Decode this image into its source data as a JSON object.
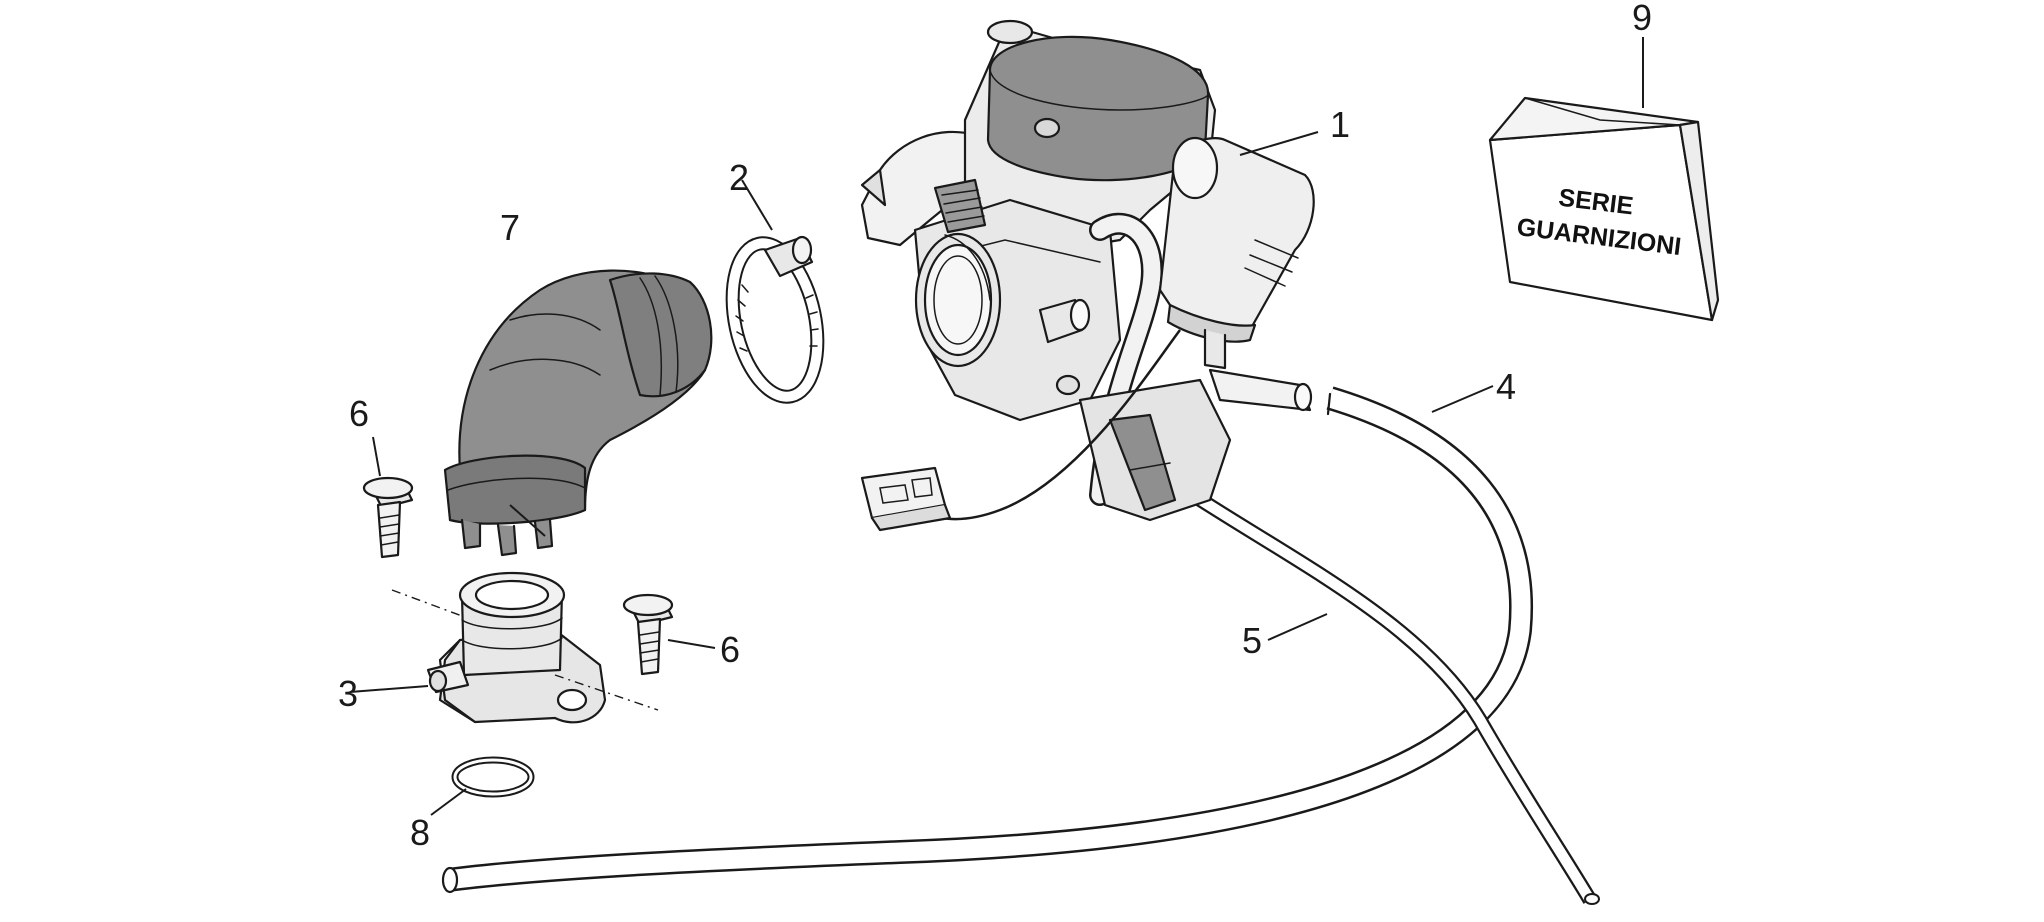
{
  "colors": {
    "ink": "#1a1a1a",
    "rubber": "#8f8f8f",
    "rubber_dark": "#6e6e6e",
    "metal": "#e6e6e6",
    "metal_shade": "#c4c4c4",
    "background": "#ffffff"
  },
  "parts": {
    "carburettor": {
      "callout": "1"
    },
    "hose_clamp": {
      "callout": "2"
    },
    "intake_manifold": {
      "callout": "3"
    },
    "fuel_hose": {
      "callout": "4"
    },
    "drain_hose": {
      "callout": "5"
    },
    "flange_screw_left": {
      "callout": "6"
    },
    "flange_screw_right": {
      "callout": "6"
    },
    "intake_sleeve": {
      "callout": "7"
    },
    "o_ring": {
      "callout": "8"
    },
    "gasket_kit": {
      "callout": "9",
      "label_line1": "SERIE",
      "label_line2": "GUARNIZIONI"
    }
  }
}
